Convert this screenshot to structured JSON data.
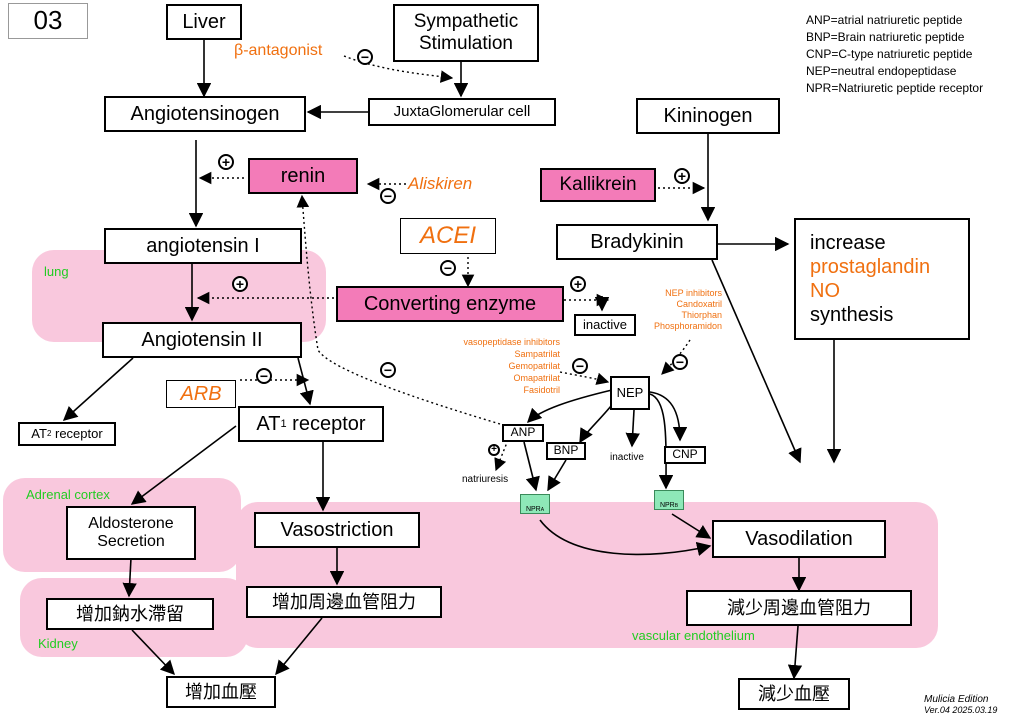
{
  "page_number": "03",
  "legend": [
    "ANP=atrial natriuretic peptide",
    "BNP=Brain natriuretic peptide",
    "CNP=C-type natriuretic peptide",
    "NEP=neutral endopeptidase",
    "NPR=Natriuretic peptide receptor"
  ],
  "regions": {
    "lung": "lung",
    "adrenal": "Adrenal cortex",
    "kidney": "Kidney",
    "vascular": "vascular endothelium"
  },
  "nodes": {
    "liver": "Liver",
    "sympathetic_1": "Sympathetic",
    "sympathetic_2": "Stimulation",
    "angiotensinogen": "Angiotensinogen",
    "jg_cell": "JuxtaGlomerular cell",
    "renin": "renin",
    "angiotensin_1": "angiotensin I",
    "angiotensin_2": "Angiotensin II",
    "converting_enzyme": "Converting enzyme",
    "acei": "ACEI",
    "inactive_1": "inactive",
    "at2_receptor": "AT",
    "at2_sub": "2",
    "at2_suffix": " receptor",
    "at1_receptor": "AT",
    "at1_sub": "1",
    "at1_suffix": " receptor",
    "arb": "ARB",
    "aldosterone_1": "Aldosterone",
    "aldosterone_2": "Secretion",
    "vasostriction": "Vasostriction",
    "na_water": "增加鈉水滯留",
    "periph_up": "增加周邊血管阻力",
    "bp_up": "增加血壓",
    "kininogen": "Kininogen",
    "kallikrein": "Kallikrein",
    "bradykinin": "Bradykinin",
    "nep": "NEP",
    "anp": "ANP",
    "bnp": "BNP",
    "cnp": "CNP",
    "inactive_2": "inactive",
    "natriuresis": "natriuresis",
    "npr_a": "NPR",
    "npr_a_sub": "A",
    "npr_b": "NPR",
    "npr_b_sub": "B",
    "vasodilation": "Vasodilation",
    "periph_down": "減少周邊血管阻力",
    "bp_down": "減少血壓"
  },
  "synthesis": {
    "line1": "increase",
    "line2": "prostaglandin",
    "line3": "NO",
    "line4": "synthesis"
  },
  "drugs": {
    "beta_antagonist": "β-antagonist",
    "aliskiren": "Aliskiren",
    "nep_inhibitors": [
      "NEP inhibitors",
      "Candoxatril",
      "Thiorphan",
      "Phosphoramidon"
    ],
    "vasopeptidase_inhibitors": [
      "vasopeptidase inhibitors",
      "Sampatrilat",
      "Gemopatrilat",
      "Omapatrilat",
      "Fasidotril"
    ]
  },
  "signs": {
    "plus": "+",
    "minus": "−"
  },
  "footer": {
    "edition": "Mulicia Edition",
    "version": "Ver.04 2025.03.19"
  }
}
